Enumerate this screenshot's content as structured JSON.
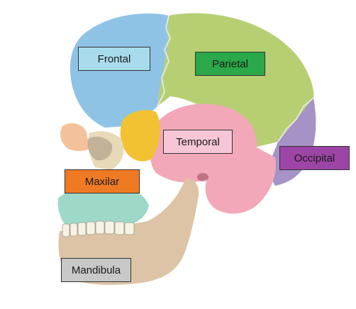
{
  "labels": {
    "frontal": "Frontal",
    "parietal": "Parietal",
    "temporal": "Temporal",
    "occipital": "Occipital",
    "maxilar": "Maxilar",
    "mandibula": "Mandibula"
  },
  "colors": {
    "frontal": "#a8dcec",
    "parietal": "#2aa84a",
    "temporal": "#f7c6d6",
    "occipital": "#9d45a6",
    "maxilar": "#ef7a24",
    "mandibula": "#c8c8c8"
  }
}
